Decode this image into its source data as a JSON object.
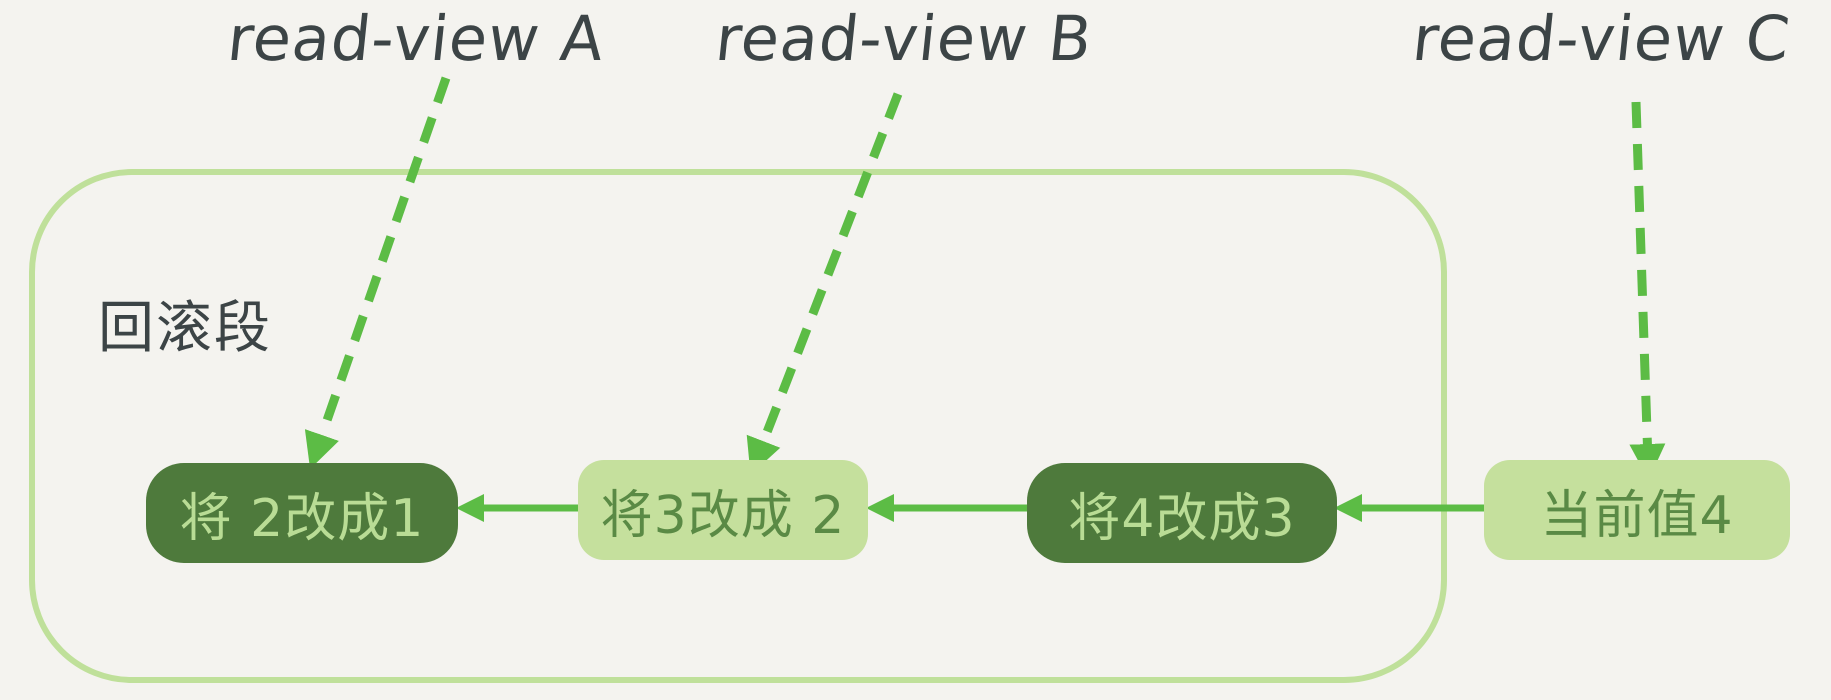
{
  "read_views": [
    {
      "label": "read-view A"
    },
    {
      "label": "read-view B"
    },
    {
      "label": "read-view C"
    }
  ],
  "rollback_segment": {
    "label": "回滚段"
  },
  "nodes": [
    {
      "label": "将 2改成1",
      "style": "dark"
    },
    {
      "label": "将3改成 2",
      "style": "light"
    },
    {
      "label": "将4改成3",
      "style": "dark"
    },
    {
      "label": "当前值4",
      "style": "light"
    }
  ],
  "colors": {
    "background": "#f4f3ef",
    "text": "#3c4446",
    "arrow_green": "#5cbc45",
    "segment_border": "#bfe09a",
    "node_dark": "#4e7a3c",
    "node_light": "#c5e09d"
  }
}
